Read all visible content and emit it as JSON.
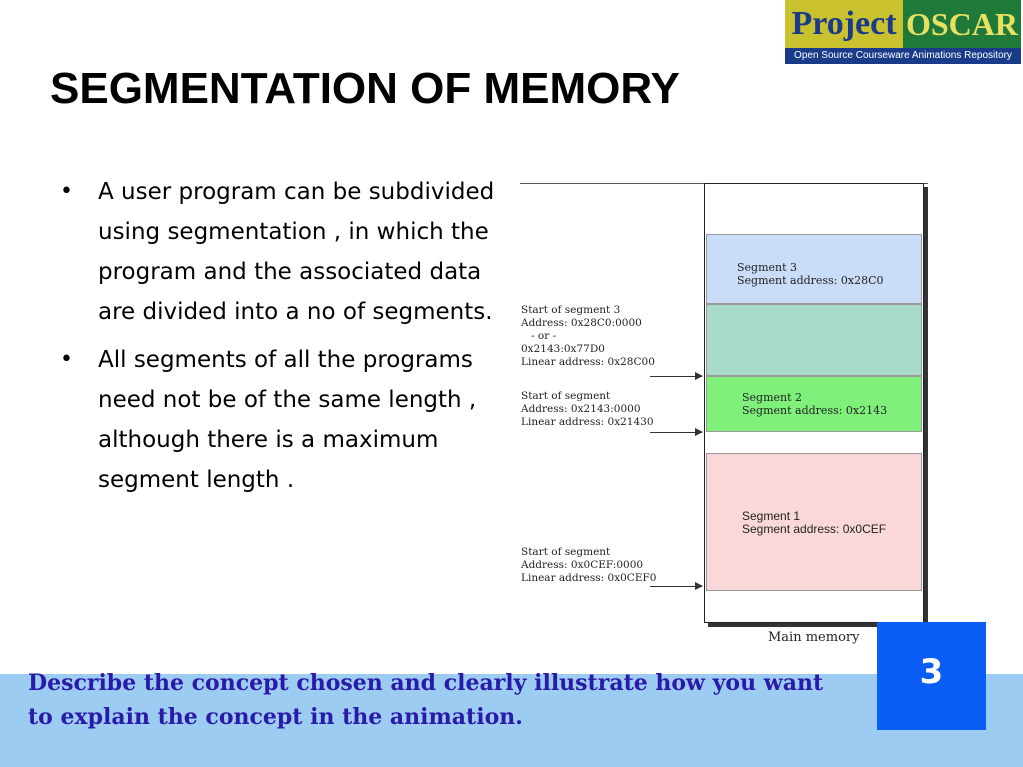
{
  "logo": {
    "word1": "Project",
    "word2": "OSCAR",
    "tagline": "Open Source Courseware Animations Repository"
  },
  "slide": {
    "title": "SEGMENTATION OF MEMORY",
    "bullets": [
      "A user program can be subdivided using segmentation , in which the program and the associated data are divided into a no of segments.",
      "All segments of all the programs need not be of the same length , although there is a maximum segment length ."
    ],
    "bullet_symbol": "•"
  },
  "diagram": {
    "segments": [
      {
        "label": "Segment 3\nSegment address: 0x28C0",
        "color": "#c9dcf8"
      },
      {
        "label": "",
        "color": "#a8dcc8"
      },
      {
        "label": "Segment 2\nSegment address: 0x2143",
        "color": "#7ff07a"
      },
      {
        "label": "Segment 1\nSegment address: 0x0CEF",
        "color": "#fad8da"
      }
    ],
    "annotations": [
      "Start of segment 3\nAddress: 0x28C0:0000\n   - or -\n0x2143:0x77D0\nLinear address: 0x28C00",
      "Start of segment\nAddress: 0x2143:0000\nLinear address: 0x21430",
      "Start of segment\nAddress: 0x0CEF:0000\nLinear address: 0x0CEF0"
    ],
    "caption": "Main memory"
  },
  "footer": {
    "instruction": "Describe the concept chosen and clearly illustrate how you want to explain the concept in the animation.",
    "page_number": "3"
  },
  "colors": {
    "footer_band": "#9dccf3",
    "footer_text": "#2a1aa8",
    "page_box": "#0a5ef5"
  }
}
